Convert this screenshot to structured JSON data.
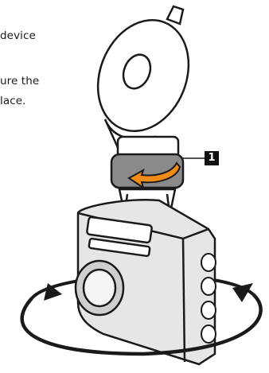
{
  "text": {
    "line1": "device",
    "line2": "ure the",
    "line3": "lace."
  },
  "callout": {
    "label": "1"
  },
  "colors": {
    "outline": "#1a1a1a",
    "device_fill": "#e6e6e6",
    "knob_fill": "#8a8a8a",
    "arrow_orange": "#f08a18",
    "callout_bg": "#111111"
  }
}
